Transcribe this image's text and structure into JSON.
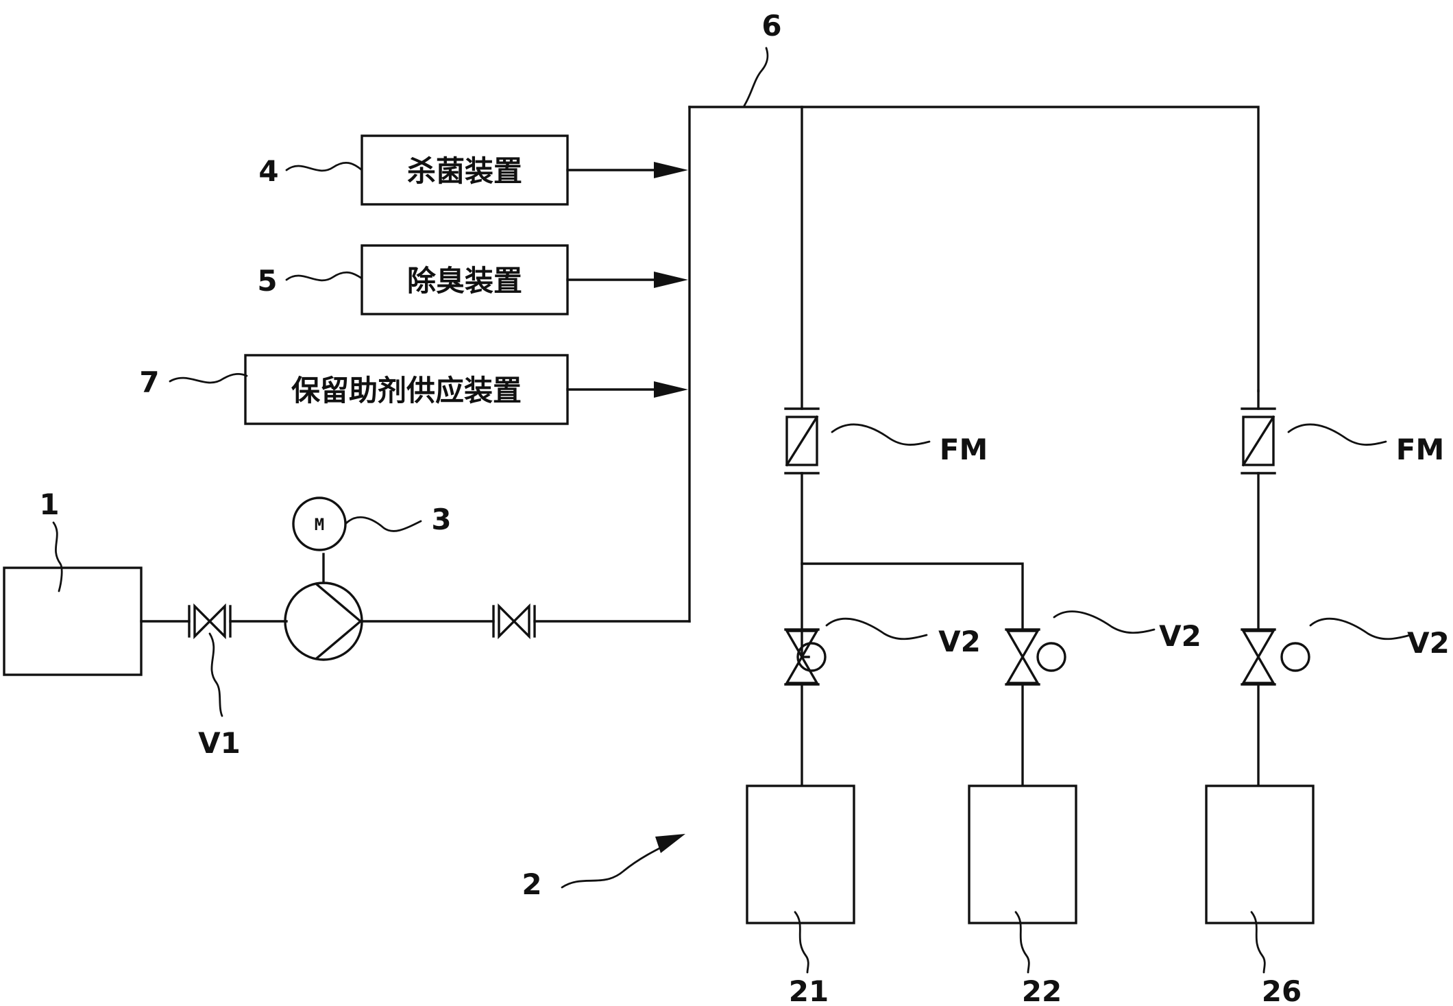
{
  "devices": {
    "sterilizer": "杀菌装置",
    "deodorizer": "除臭装置",
    "retention_aid": "保留助剂供应装置"
  },
  "labels": {
    "n1": "1",
    "n2": "2",
    "n3": "3",
    "n4": "4",
    "n5": "5",
    "n6": "6",
    "n7": "7",
    "n21": "21",
    "n22": "22",
    "n26": "26",
    "v1": "V1",
    "v2_a": "V2",
    "v2_b": "V2",
    "v2_c": "V2",
    "fm_a": "FM",
    "fm_b": "FM",
    "motor": "M"
  }
}
